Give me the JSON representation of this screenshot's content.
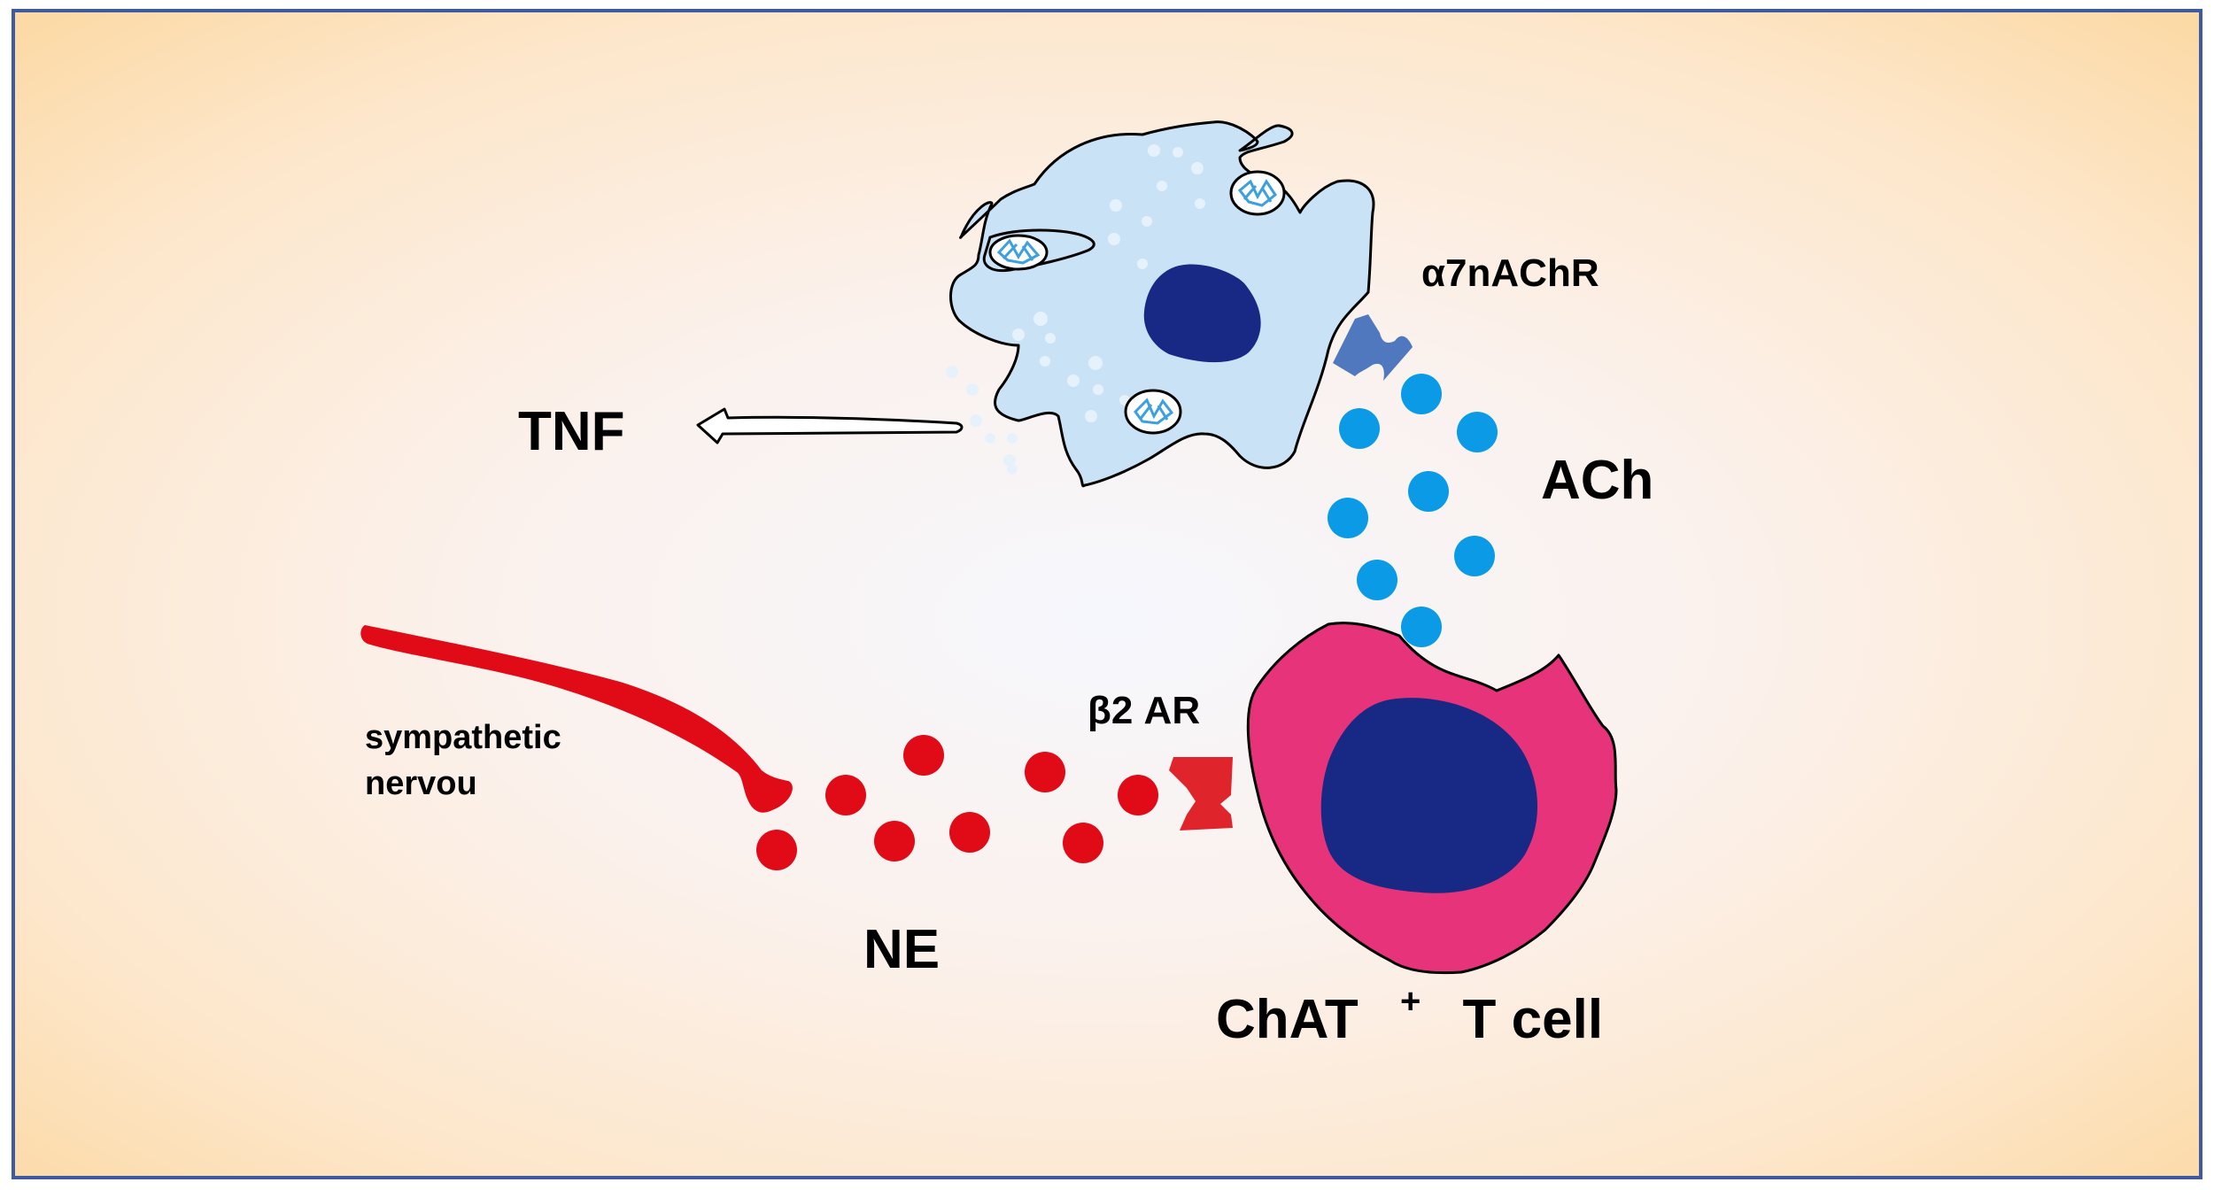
{
  "labels": {
    "tnf": "TNF",
    "a7nachr": "α7nAChR",
    "ach": "ACh",
    "b2ar": "β2 AR",
    "sympathetic_line1": "sympathetic",
    "sympathetic_line2": "nervou",
    "ne": "NE",
    "chat_main": "ChAT",
    "chat_plus": "+",
    "chat_tail": "T cell"
  },
  "colors": {
    "frame_border": "#3f5a9e",
    "background_edge": "#fcd9a4",
    "background_center": "#f6f7fd",
    "macrophage_fill": "#c9e2f6",
    "macrophage_dots": "#e6f2fb",
    "nucleus": "#172984",
    "granule_lines": "#3b9fe0",
    "alpha7_receptor": "#4f78bf",
    "ach_particles": "#0b9be6",
    "t_cell_membrane": "#e6337a",
    "beta2_receptor": "#e0242c",
    "sympathetic_nerve": "#e10b17",
    "ne_particles": "#e10b17",
    "tnf_arrow_fill": "#ffffff"
  }
}
